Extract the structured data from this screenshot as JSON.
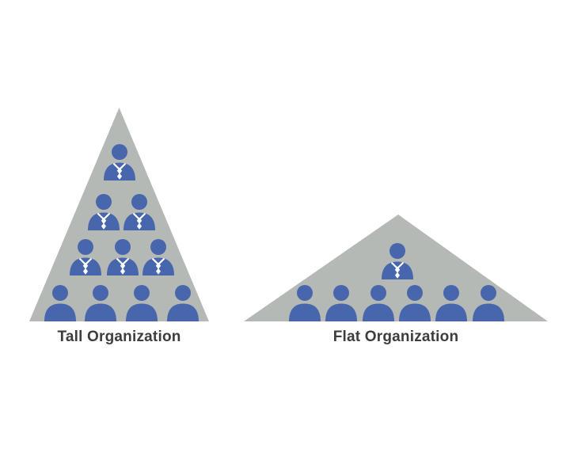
{
  "background_color": "#ffffff",
  "colors": {
    "triangle_fill": "#b4b9b5",
    "person_fill": "#4766ac",
    "tie_fill": "#ffffff",
    "label_text": "#3d3d3d"
  },
  "figures": [
    {
      "name": "tall-organization",
      "label": "Tall Organization",
      "triangle": "tall-pyramid",
      "rows": [
        {
          "count": 1,
          "role": "manager"
        },
        {
          "count": 2,
          "role": "manager"
        },
        {
          "count": 3,
          "role": "manager"
        },
        {
          "count": 4,
          "role": "employee"
        }
      ]
    },
    {
      "name": "flat-organization",
      "label": "Flat Organization",
      "triangle": "wide-flat-triangle",
      "rows": [
        {
          "count": 1,
          "role": "manager"
        },
        {
          "count": 6,
          "role": "employee"
        }
      ]
    }
  ]
}
